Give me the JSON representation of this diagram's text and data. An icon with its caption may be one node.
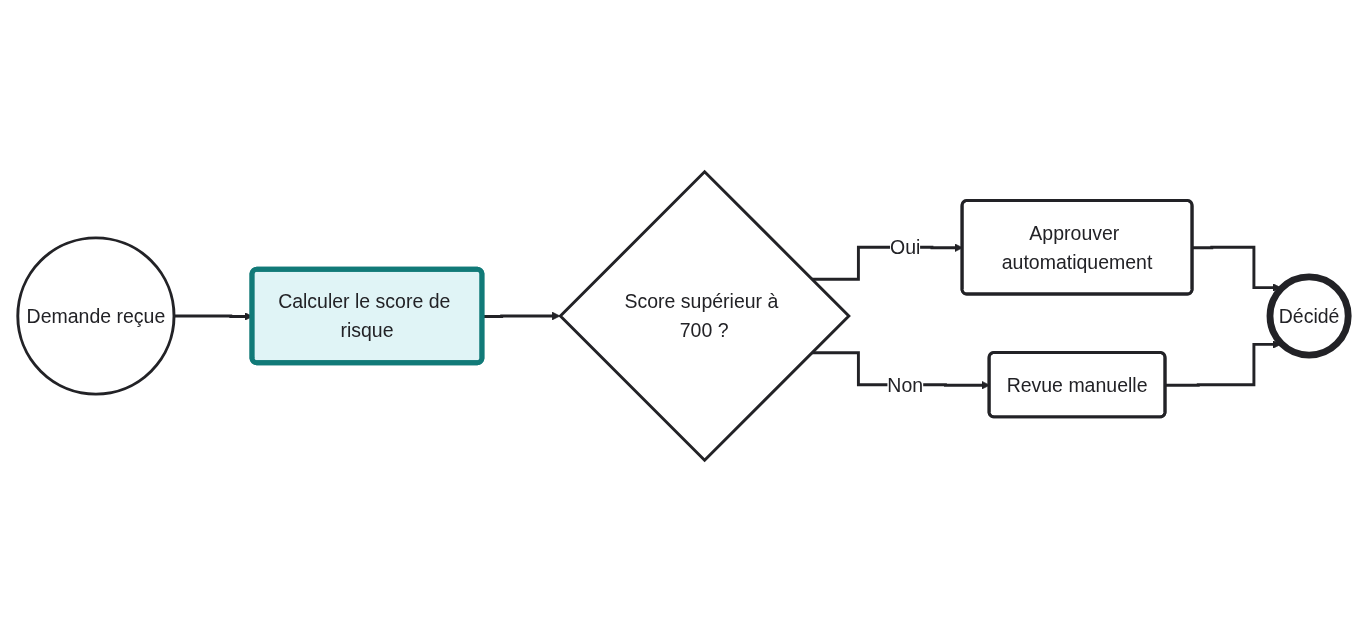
{
  "diagram": {
    "nodes": [
      {
        "text": [
          "Demande reçue"
        ]
      },
      {
        "text": [
          "Calculer le score de risque"
        ]
      },
      {
        "text": [
          "Score supérieur à 700 ?"
        ]
      },
      {
        "text": [
          "Approuver automatiquement"
        ]
      },
      {
        "text": [
          "Revue manuelle"
        ]
      },
      {
        "text": [
          "Décidé"
        ]
      }
    ],
    "edges": [
      {
        "from": 0,
        "to": 1,
        "arrow": "to"
      },
      {
        "from": 1,
        "to": 2,
        "arrow": "to"
      },
      {
        "from": 2,
        "to": 3,
        "label": "Oui",
        "arrow": "to"
      },
      {
        "from": 2,
        "to": 4,
        "label": "Non",
        "arrow": "to"
      },
      {
        "from": 3,
        "to": 5,
        "arrow": "to"
      },
      {
        "from": 4,
        "to": 5,
        "arrow": "to"
      }
    ]
  }
}
